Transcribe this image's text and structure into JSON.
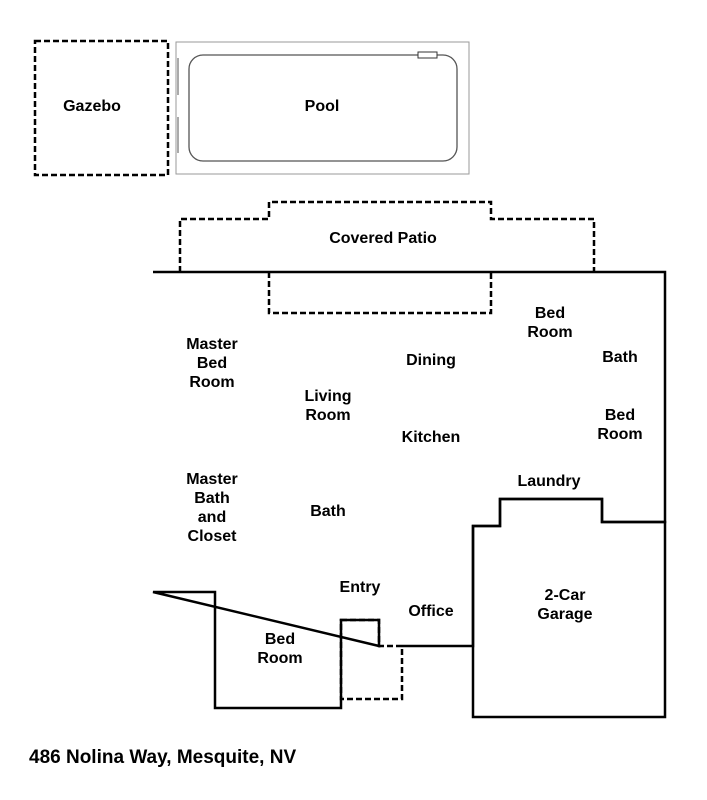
{
  "labels": {
    "gazebo": [
      "Gazebo"
    ],
    "pool": [
      "Pool"
    ],
    "covered_patio": [
      "Covered Patio"
    ],
    "master_bedroom": [
      "Master",
      "Bed",
      "Room"
    ],
    "living_room": [
      "Living",
      "Room"
    ],
    "dining": [
      "Dining"
    ],
    "kitchen": [
      "Kitchen"
    ],
    "bedroom_ne": [
      "Bed",
      "Room"
    ],
    "bath_east": [
      "Bath"
    ],
    "bedroom_east": [
      "Bed",
      "Room"
    ],
    "laundry": [
      "Laundry"
    ],
    "master_bath_closet": [
      "Master",
      "Bath",
      "and",
      "Closet"
    ],
    "bath_center": [
      "Bath"
    ],
    "entry": [
      "Entry"
    ],
    "office": [
      "Office"
    ],
    "garage": [
      "2-Car",
      "Garage"
    ],
    "bedroom_sw": [
      "Bed",
      "Room"
    ]
  },
  "address": "486 Nolina Way, Mesquite, NV"
}
